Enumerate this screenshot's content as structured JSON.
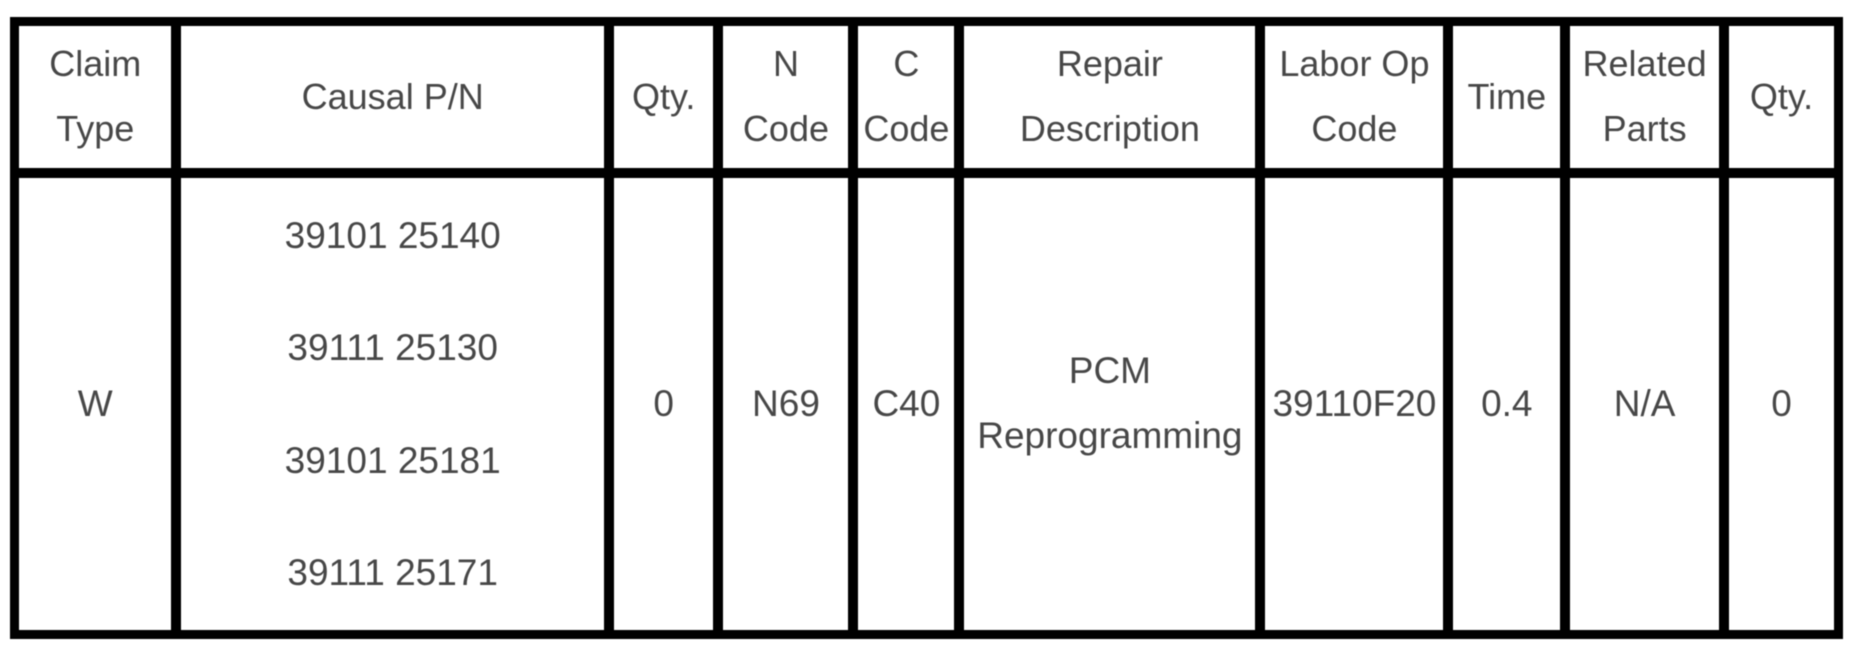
{
  "table": {
    "headers": [
      "Claim Type",
      "Causal P/N",
      "Qty.",
      "N Code",
      "C Code",
      "Repair Description",
      "Labor Op Code",
      "Time",
      "Related Parts",
      "Qty."
    ],
    "row": {
      "claim_type": "W",
      "causal_pn": [
        "39101 25140",
        "39111 25130",
        "39101 25181",
        "39111 25171"
      ],
      "qty": "0",
      "n_code": "N69",
      "c_code": "C40",
      "repair_description": "PCM Reprogramming",
      "labor_op_code": "39110F20",
      "time": "0.4",
      "related_parts": "N/A",
      "related_qty": "0"
    },
    "colors": {
      "border": "#000000",
      "text": "#474747",
      "background": "#ffffff"
    }
  }
}
